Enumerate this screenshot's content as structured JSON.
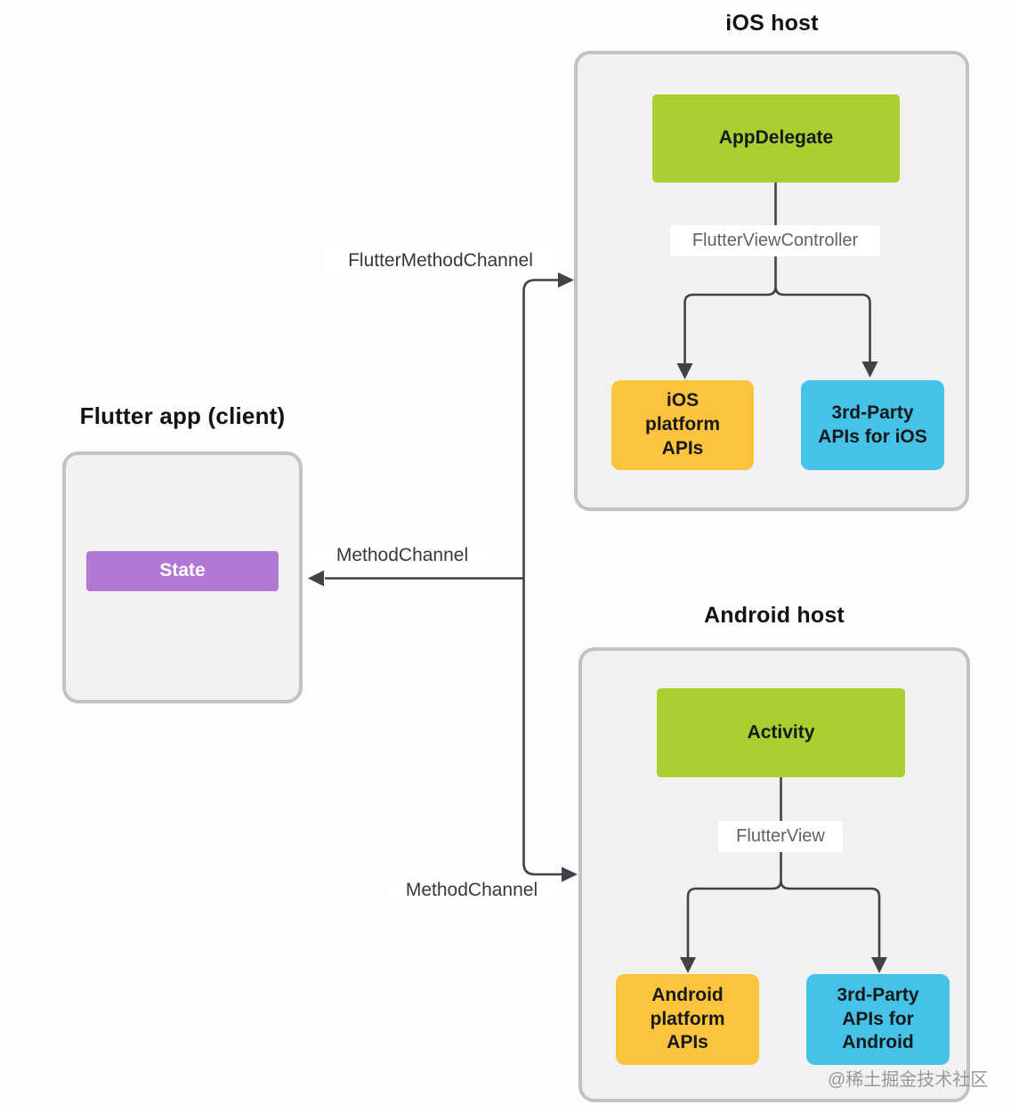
{
  "flutter_app": {
    "title": "Flutter app (client)",
    "state": "State"
  },
  "ios_host": {
    "title": "iOS host",
    "app_delegate": "AppDelegate",
    "view_controller": "FlutterViewController",
    "platform_apis": "iOS\nplatform\nAPIs",
    "third_party_apis": "3rd-Party\nAPIs for iOS"
  },
  "android_host": {
    "title": "Android host",
    "activity": "Activity",
    "flutter_view": "FlutterView",
    "platform_apis": "Android\nplatform\nAPIs",
    "third_party_apis": "3rd-Party\nAPIs for\nAndroid"
  },
  "channels": {
    "flutter_method_channel": "FlutterMethodChannel",
    "method_channel_to_state": "MethodChannel",
    "method_channel_to_android": "MethodChannel"
  },
  "watermark": "@稀土掘金技术社区",
  "colors": {
    "green": "#a8ce30",
    "orange": "#fcc33c",
    "blue": "#45c2e8",
    "purple": "#b278d4",
    "container_fill": "#f1f1f1",
    "container_border": "#c2c2c2",
    "line": "#3f4347",
    "label_text": "#5f6368",
    "channel_text": "#35393c"
  }
}
